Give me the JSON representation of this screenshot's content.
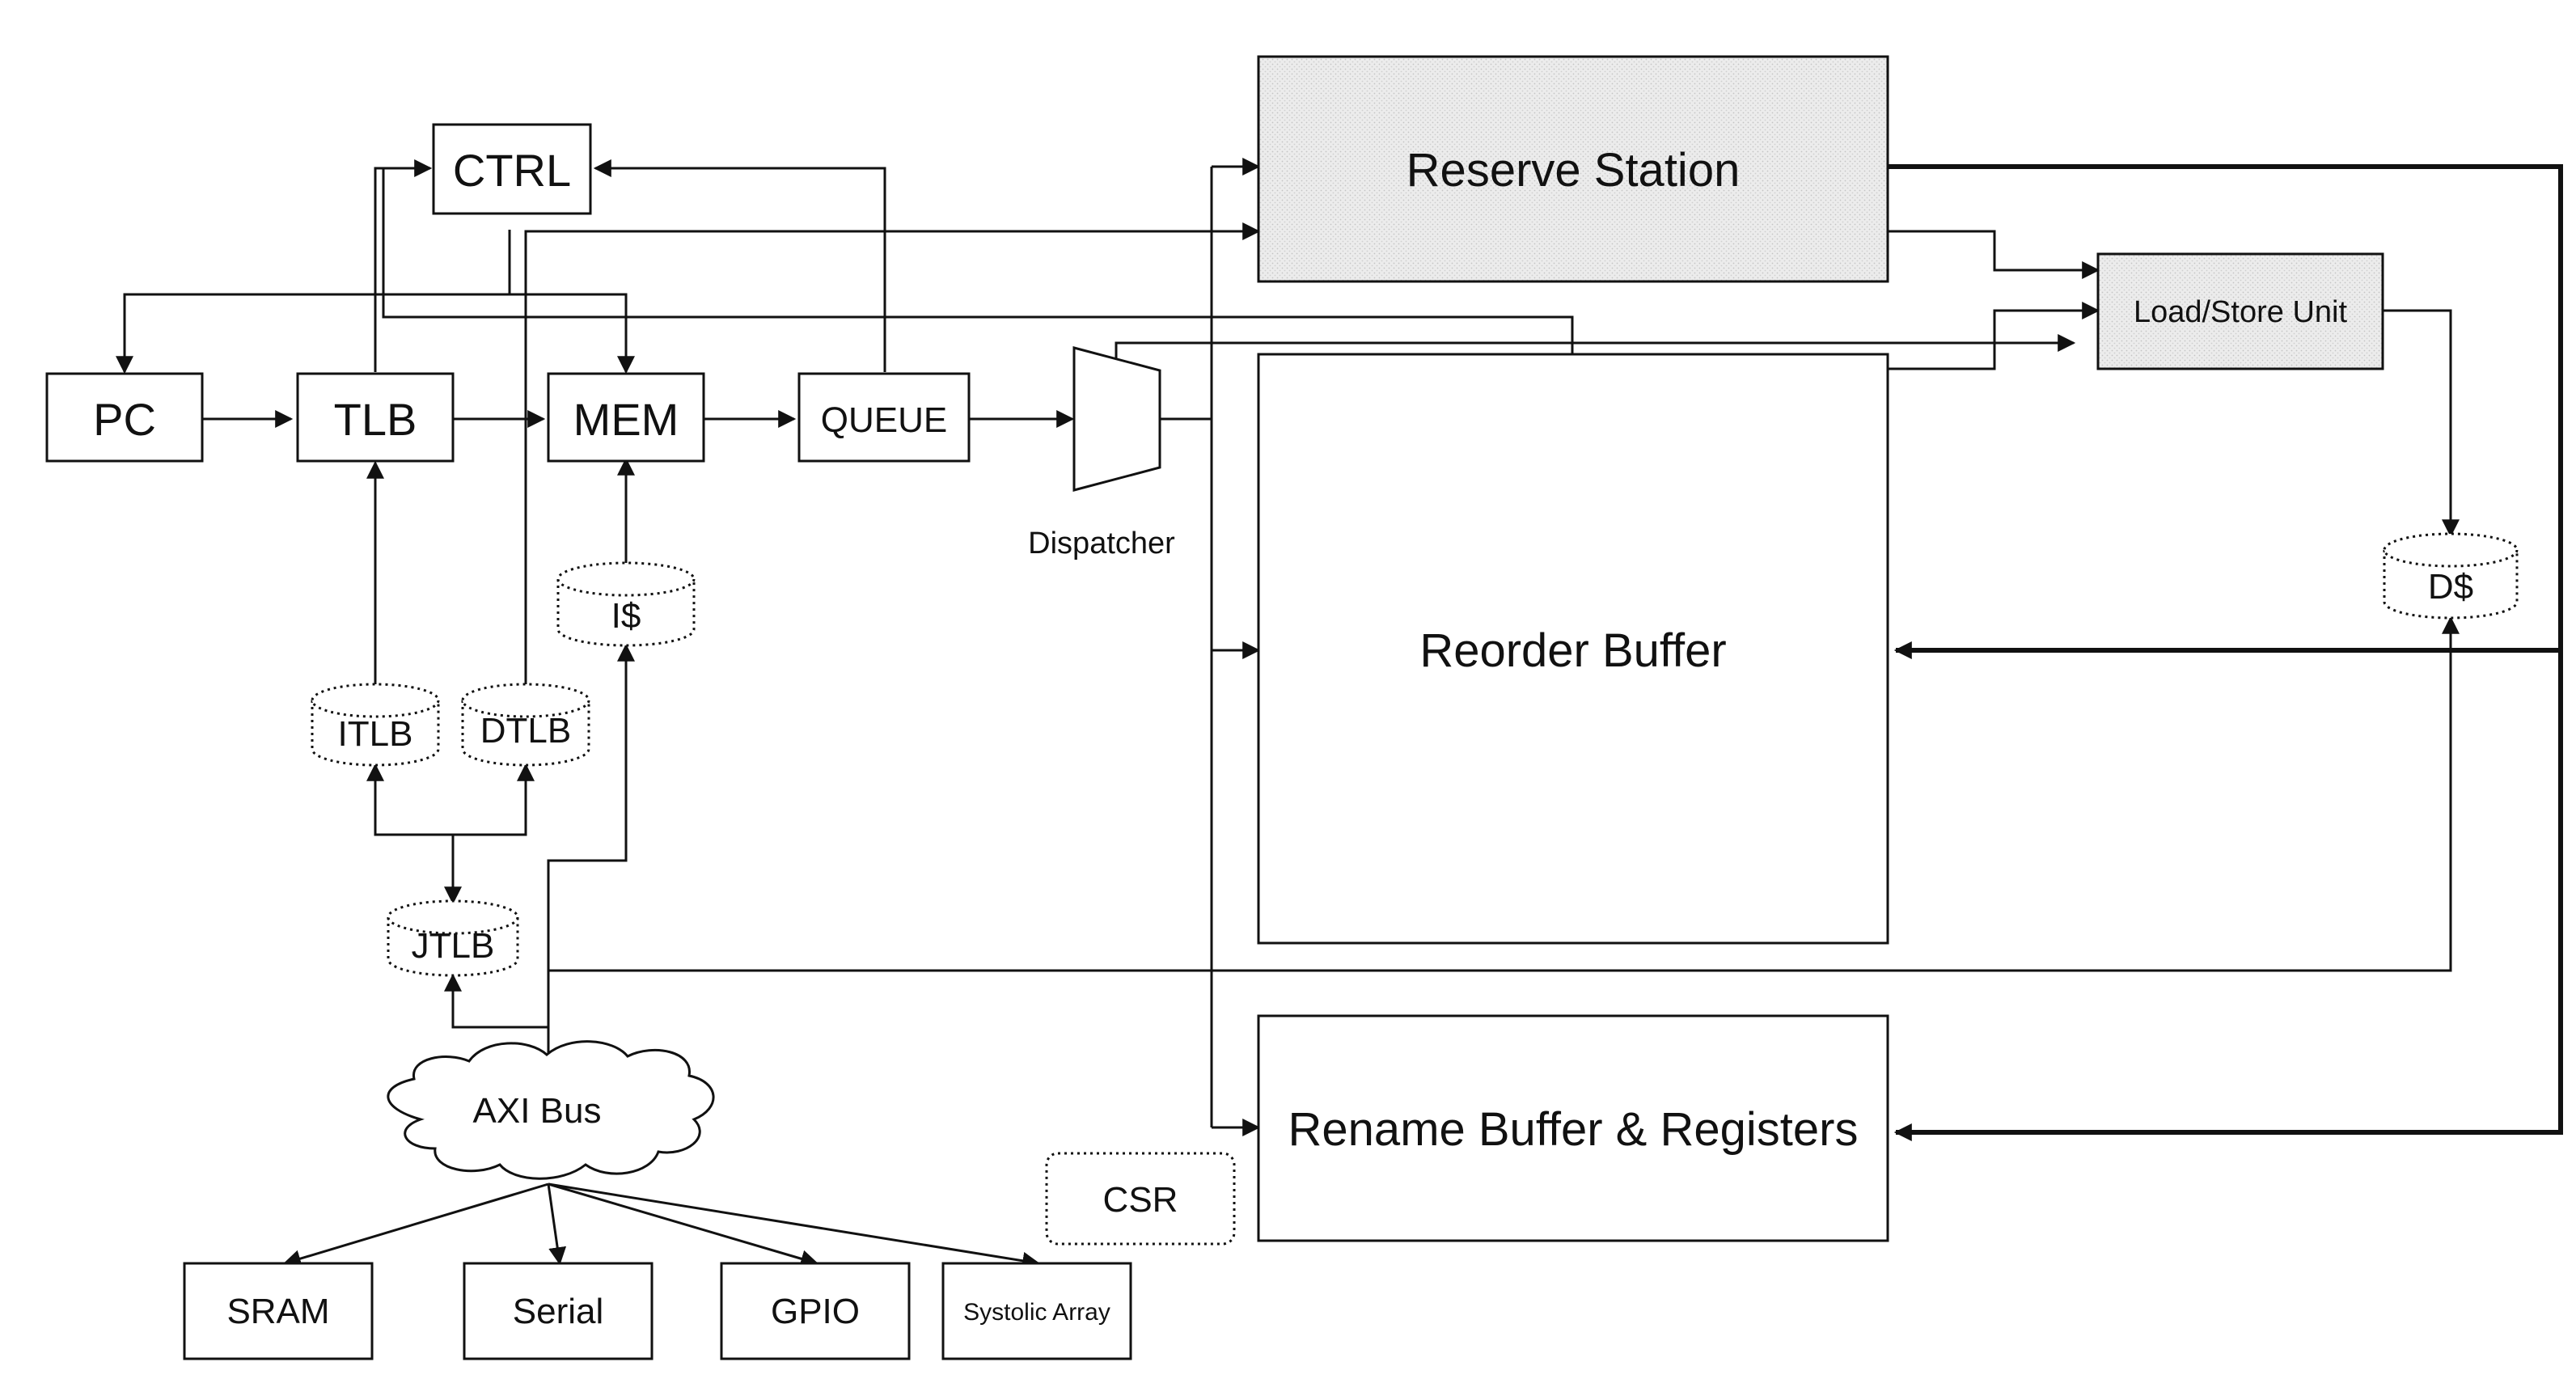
{
  "blocks": {
    "ctrl": "CTRL",
    "pc": "PC",
    "tlb": "TLB",
    "mem": "MEM",
    "queue": "QUEUE",
    "dispatcher": "Dispatcher",
    "reserve_station": "Reserve Station",
    "load_store_unit": "Load/Store Unit",
    "reorder_buffer": "Reorder Buffer",
    "rename_buffer": "Rename Buffer & Registers",
    "csr": "CSR"
  },
  "caches": {
    "icache": "I$",
    "itlb": "ITLB",
    "dtlb": "DTLB",
    "jtlb": "JTLB",
    "dcache": "D$"
  },
  "bus": {
    "axi": "AXI Bus"
  },
  "peripherals": {
    "sram": "SRAM",
    "serial": "Serial",
    "gpio": "GPIO",
    "systolic": "Systolic Array"
  }
}
